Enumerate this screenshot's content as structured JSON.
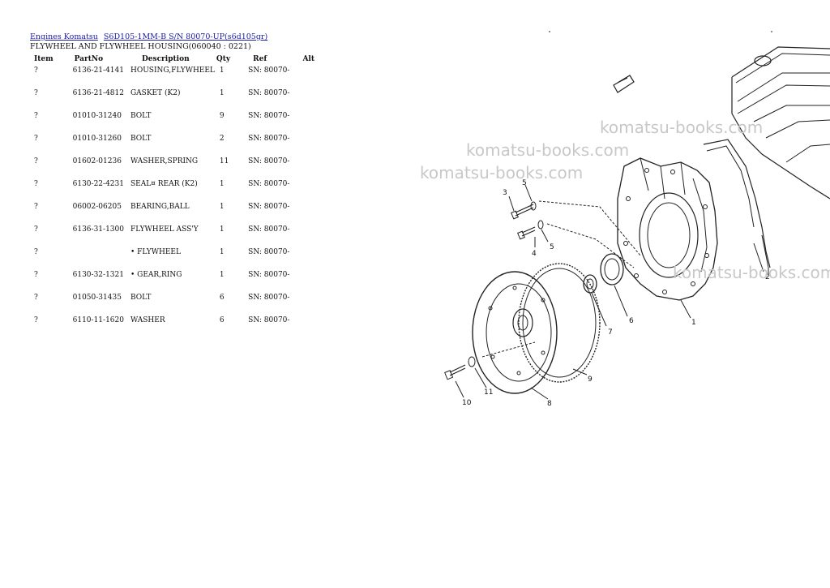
{
  "breadcrumb": {
    "link1": "Engines Komatsu",
    "link2": "S6D105-1MM-B S/N 80070-UP(s6d105gr)"
  },
  "page_title": "FLYWHEEL AND FLYWHEEL HOUSING(060040 : 0221)",
  "table": {
    "headers": {
      "item": "Item",
      "partno": "PartNo",
      "description": "Description",
      "qty": "Qty",
      "ref": "Ref",
      "alt": "Alt"
    },
    "rows": [
      {
        "item": "?",
        "partno": "6136-21-4141",
        "description": "HOUSING,FLYWHEEL",
        "qty": "1",
        "ref": "SN: 80070-"
      },
      {
        "item": "?",
        "partno": "6136-21-4812",
        "description": "GASKET (K2)",
        "qty": "1",
        "ref": "SN: 80070-"
      },
      {
        "item": "?",
        "partno": "01010-31240",
        "description": "BOLT",
        "qty": "9",
        "ref": "SN: 80070-"
      },
      {
        "item": "?",
        "partno": "01010-31260",
        "description": "BOLT",
        "qty": "2",
        "ref": "SN: 80070-"
      },
      {
        "item": "?",
        "partno": "01602-01236",
        "description": "WASHER,SPRING",
        "qty": "11",
        "ref": "SN: 80070-"
      },
      {
        "item": "?",
        "partno": "6130-22-4231",
        "description": "SEAL¤ REAR (K2)",
        "qty": "1",
        "ref": "SN: 80070-"
      },
      {
        "item": "?",
        "partno": "06002-06205",
        "description": "BEARING,BALL",
        "qty": "1",
        "ref": "SN: 80070-"
      },
      {
        "item": "?",
        "partno": "6136-31-1300",
        "description": "FLYWHEEL ASS'Y",
        "qty": "1",
        "ref": "SN: 80070-"
      },
      {
        "item": "?",
        "partno": "",
        "description": "• FLYWHEEL",
        "qty": "1",
        "ref": "SN: 80070-"
      },
      {
        "item": "?",
        "partno": "6130-32-1321",
        "description": "• GEAR,RING",
        "qty": "1",
        "ref": "SN: 80070-"
      },
      {
        "item": "?",
        "partno": "01050-31435",
        "description": "BOLT",
        "qty": "6",
        "ref": "SN: 80070-"
      },
      {
        "item": "?",
        "partno": "6110-11-1620",
        "description": "WASHER",
        "qty": "6",
        "ref": "SN: 80070-"
      }
    ]
  },
  "watermark": "komatsu-books.com",
  "callouts": [
    "1",
    "2",
    "3",
    "4",
    "5",
    "5",
    "6",
    "7",
    "8",
    "9",
    "10",
    "11"
  ]
}
